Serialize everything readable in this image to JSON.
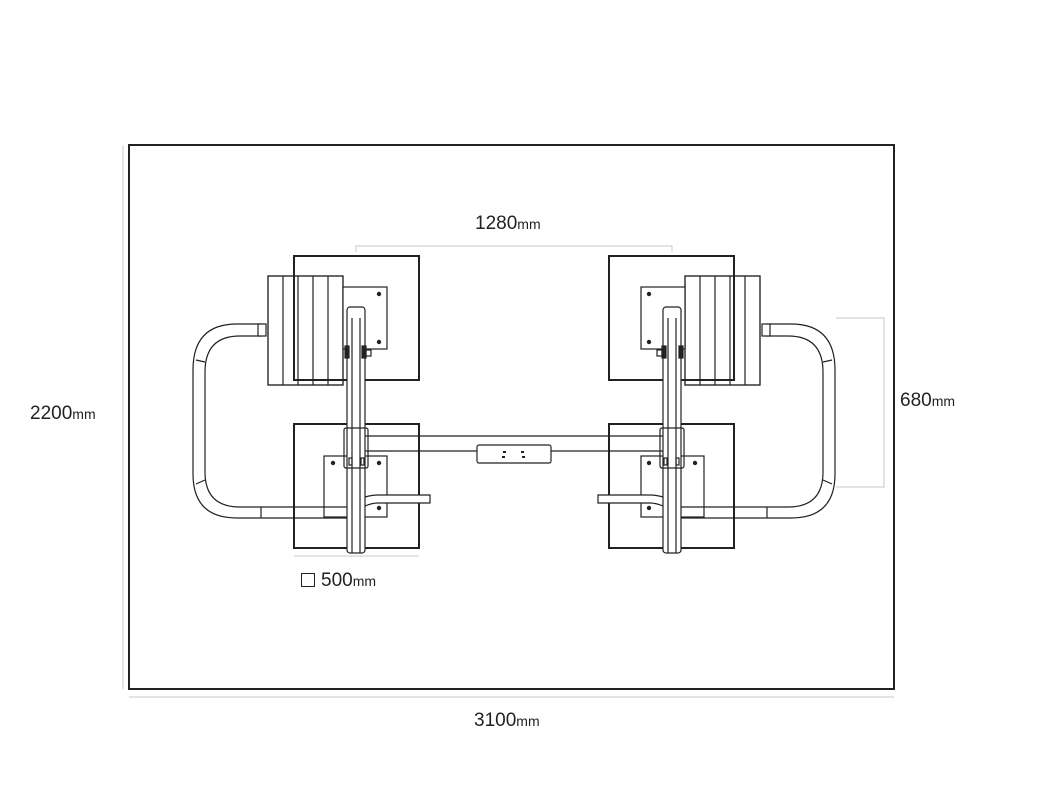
{
  "dimensions": {
    "room_width": {
      "value": "3100",
      "unit": "mm"
    },
    "room_depth": {
      "value": "2200",
      "unit": "mm"
    },
    "seat_spacing": {
      "value": "1280",
      "unit": "mm"
    },
    "pair_depth": {
      "value": "680",
      "unit": "mm"
    },
    "cushion_size": {
      "value": "500",
      "unit": "mm"
    }
  },
  "colors": {
    "line": "#222222",
    "dimension": "#c8c8c8"
  }
}
